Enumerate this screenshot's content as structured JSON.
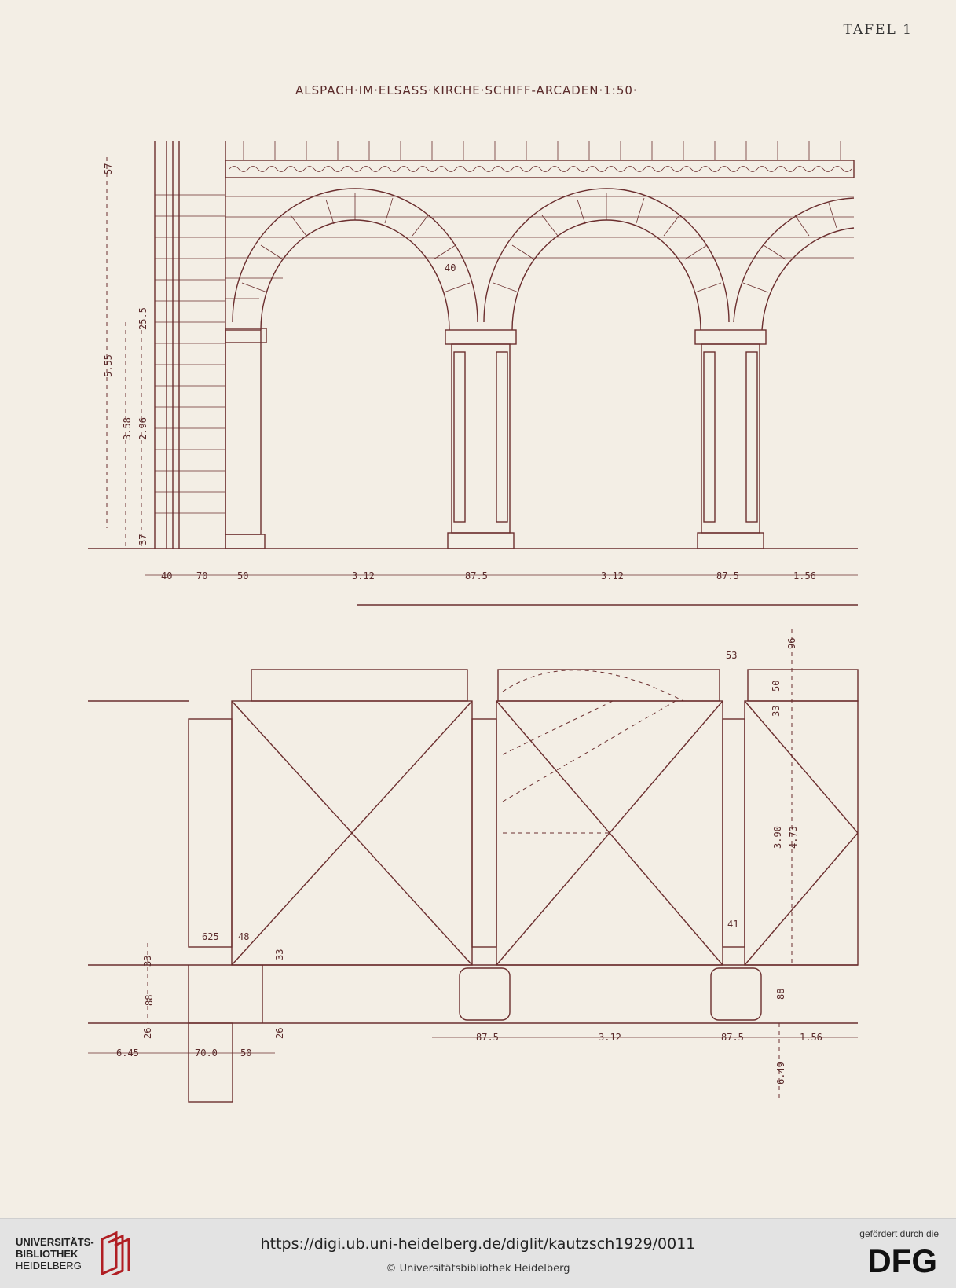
{
  "plate_label": "TAFEL 1",
  "title": "ALSPACH·IM·ELSASS·KIRCHE·SCHIFF-ARCADEN·1:50·",
  "elevation_dims": {
    "horizontal": [
      "40",
      "70",
      "50",
      "3.12",
      "87.5",
      "3.12",
      "87.5",
      "1.56"
    ],
    "vertical": [
      "5.55",
      "3.58",
      "2.96",
      "25.5",
      "37",
      "57"
    ],
    "arch_voussoir": "40"
  },
  "plan_dims": {
    "top": [
      "53",
      "96",
      "50",
      "33"
    ],
    "right": [
      "3.90",
      "4.73",
      "88",
      "6.49"
    ],
    "left": [
      "625",
      "48",
      "33",
      "33",
      "88",
      "26",
      "26"
    ],
    "bottom": [
      "6.45",
      "70.0",
      "50",
      "87.5",
      "3.12",
      "87.5",
      "1.56"
    ],
    "pier": "41"
  },
  "footer": {
    "library_name_line1": "UNIVERSITÄTS-",
    "library_name_line2": "BIBLIOTHEK",
    "library_city": "HEIDELBERG",
    "url": "https://digi.ub.uni-heidelberg.de/diglit/kautzsch1929/0011",
    "copyright": "© Universitätsbibliothek Heidelberg",
    "funding_text": "gefördert durch die",
    "funder_logo_text": "DFG"
  }
}
